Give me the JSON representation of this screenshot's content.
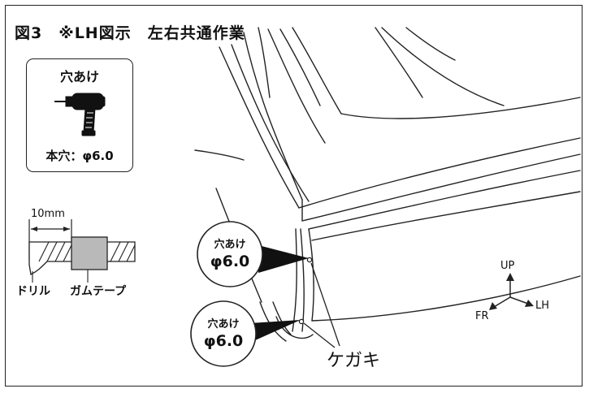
{
  "figure": {
    "title": "図3　※LH図示　左右共通作業"
  },
  "tool_box": {
    "title": "穴あけ",
    "icon": "drill-icon",
    "spec": "本穴：φ6.0"
  },
  "tape_detail": {
    "dimension": "10mm",
    "drill_label": "ドリル",
    "tape_label": "ガムテープ"
  },
  "callouts": [
    {
      "action": "穴あけ",
      "size": "φ6.0"
    },
    {
      "action": "穴あけ",
      "size": "φ6.0"
    }
  ],
  "marking_label": "ケガキ",
  "orientation": {
    "up": "UP",
    "front": "FR",
    "side": "LH"
  }
}
